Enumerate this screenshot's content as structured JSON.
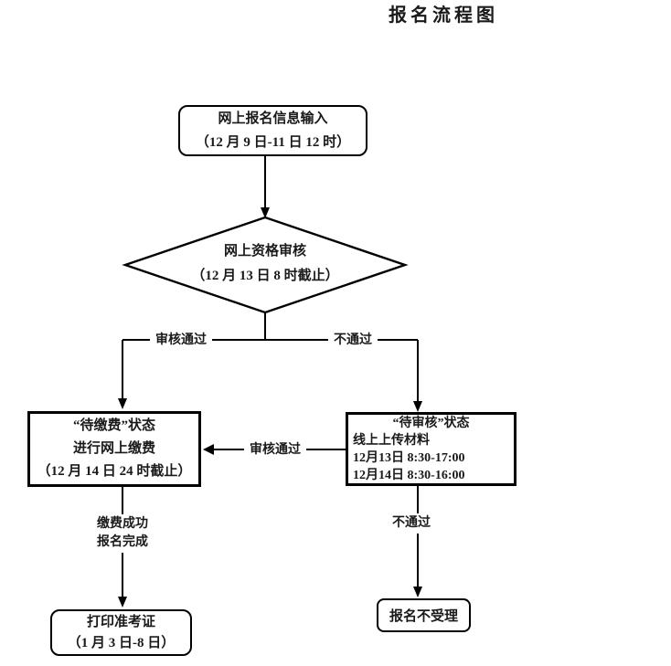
{
  "title": "报名流程图",
  "colors": {
    "line": "#000000",
    "background": "#ffffff",
    "text": "#1a1a1a"
  },
  "nodes": {
    "start": {
      "shape": "rounded-rect",
      "lines": [
        "网上报名信息输入",
        "（12 月 9 日-11 日 12 时）"
      ]
    },
    "review": {
      "shape": "diamond",
      "lines": [
        "网上资格审核",
        "（12 月 13 日 8 时截止）"
      ]
    },
    "pending_payment": {
      "shape": "bold-rect",
      "lines": [
        "“待缴费”状态",
        "进行网上缴费",
        "（12 月 14 日 24 时截止）"
      ]
    },
    "pending_review": {
      "shape": "bold-rect",
      "title": "“待审核”状态",
      "details": [
        "线上上传材料",
        "12月13日 8:30-17:00",
        "12月14日 8:30-16:00"
      ]
    },
    "print_ticket": {
      "shape": "rounded-rect",
      "lines": [
        "打印准考证",
        "（1 月 3 日-8 日）"
      ]
    },
    "rejected": {
      "shape": "rounded-rect",
      "lines": [
        "报名不受理"
      ]
    }
  },
  "edge_labels": {
    "review_pass_left": "审核通过",
    "review_fail_right": "不通过",
    "upload_review_pass": "审核通过",
    "payment_success": [
      "缴费成功",
      "报名完成"
    ],
    "upload_review_fail": "不通过"
  }
}
